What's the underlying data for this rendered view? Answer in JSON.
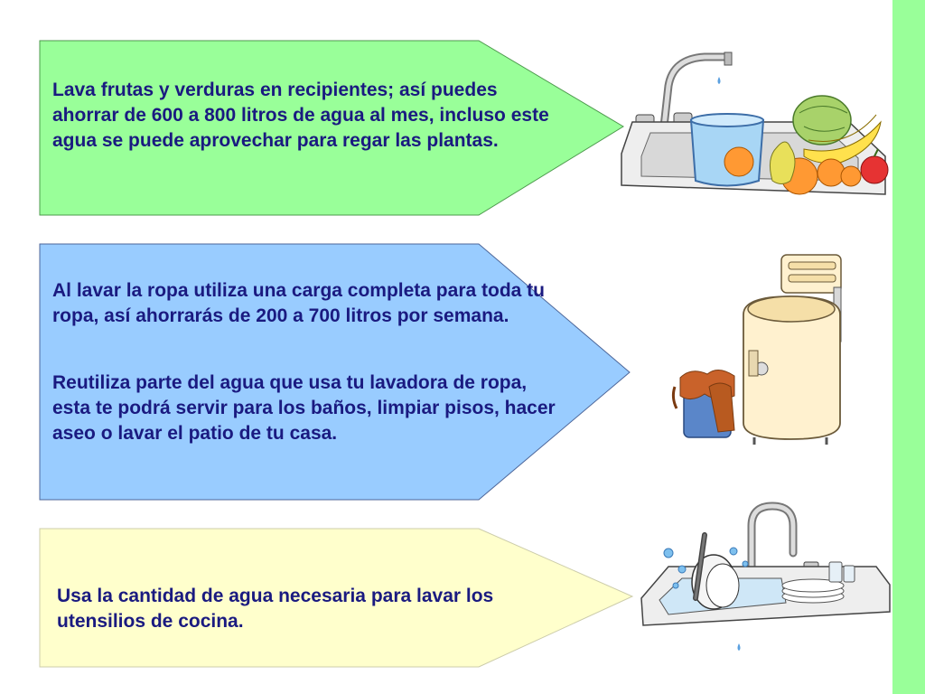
{
  "tips": [
    {
      "text": "Lava frutas y verduras en recipientes; así puedes ahorrar de 600 a 800 litros de agua al mes, incluso este agua se puede aprovechar para regar las plantas.",
      "color": "#99ff99",
      "illustration": "sink-with-fruit-illustration"
    },
    {
      "text": "Al lavar la ropa utiliza una carga completa para toda tu ropa, así ahorrarás de 200 a 700 litros por semana.",
      "text2": "Reutiliza parte del agua que usa tu lavadora de ropa, esta te podrá servir para los baños, limpiar pisos, hacer aseo o lavar el patio de tu casa.",
      "color": "#99ccff",
      "illustration": "washing-machine-illustration"
    },
    {
      "text": "Usa la cantidad de agua necesaria para lavar los utensilios de cocina.",
      "color": "#ffffcc",
      "illustration": "sink-with-dishes-illustration"
    }
  ],
  "colors": {
    "text": "#1a1a80",
    "strip": "#99ff99"
  }
}
